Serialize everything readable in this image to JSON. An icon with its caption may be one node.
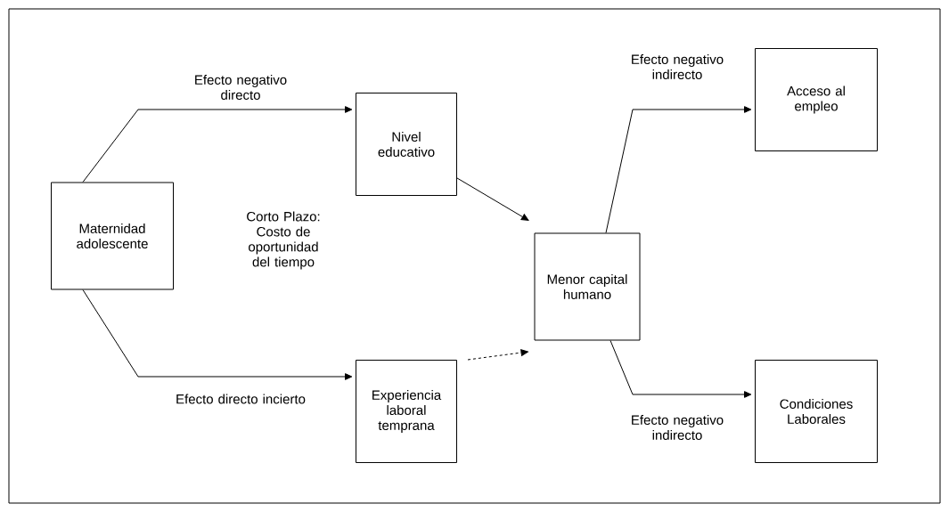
{
  "diagram": {
    "nodes": [
      {
        "text": [
          "Maternidad adolescente"
        ]
      },
      {
        "text": [
          "Nivel educativo"
        ]
      },
      {
        "text": [
          "Experiencia laboral temprana"
        ]
      },
      {
        "text": [
          "Menor capital humano"
        ]
      },
      {
        "text": [
          "Acceso al empleo"
        ]
      },
      {
        "text": [
          "Condiciones Laborales"
        ]
      }
    ],
    "edges": [
      {
        "from": 0,
        "to": 1,
        "arrow": "to",
        "label": "Efecto negativo directo"
      },
      {
        "from": 0,
        "to": 2,
        "arrow": "to",
        "label": "Efecto directo incierto"
      },
      {
        "from": 1,
        "to": 3,
        "arrow": "to"
      },
      {
        "from": 2,
        "to": 3,
        "arrow": "to",
        "style": "dashed"
      },
      {
        "from": 3,
        "to": 4,
        "arrow": "to",
        "label": "Efecto negativo indirecto"
      },
      {
        "from": 3,
        "to": 5,
        "arrow": "to",
        "label": "Efecto negativo indirecto"
      }
    ],
    "labels": [
      "Corto Plazo: Costo de oportunidad del tiempo"
    ]
  }
}
